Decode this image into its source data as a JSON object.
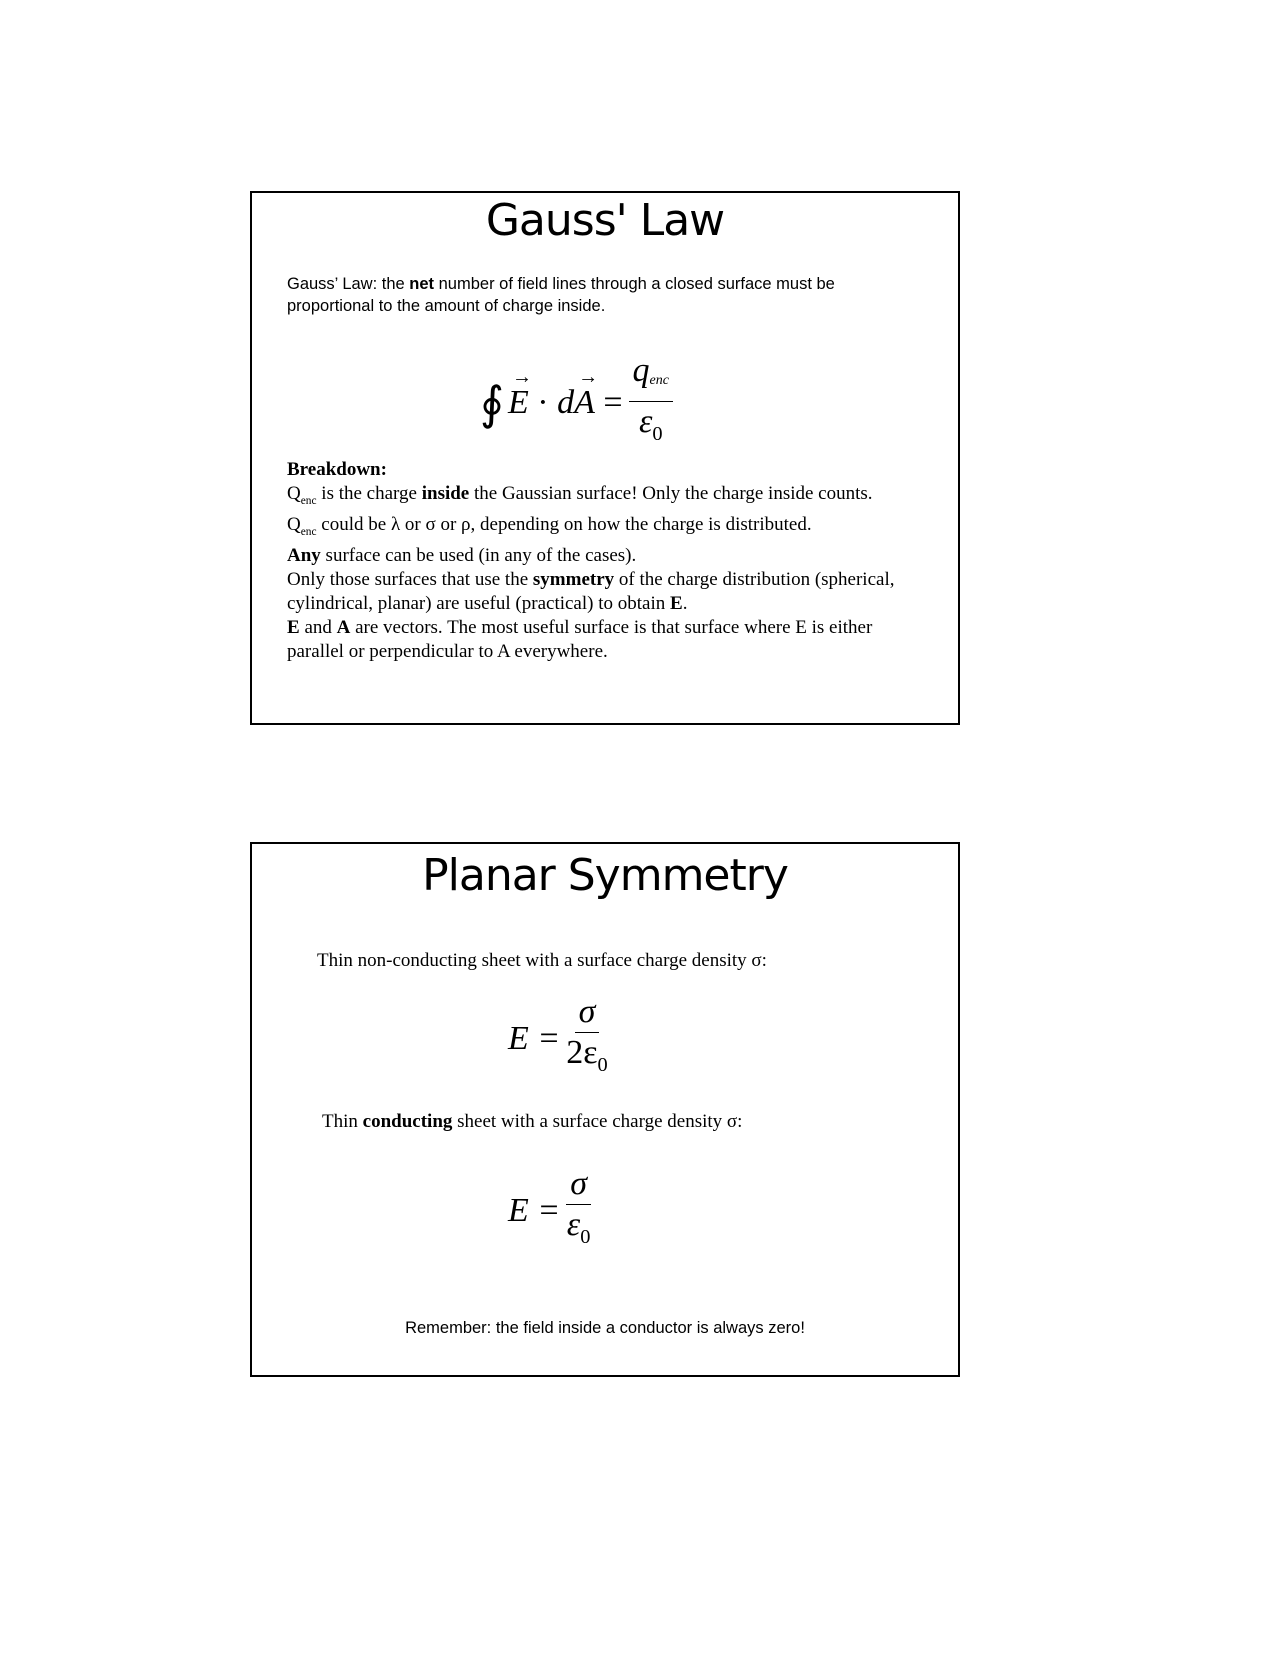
{
  "slides": [
    {
      "title": "Gauss' Law",
      "intro": [
        [
          {
            "t": "Gauss’ Law: the "
          },
          {
            "t": "net",
            "b": true
          },
          {
            "t": " number of field lines through a closed surface must be"
          }
        ],
        [
          {
            "t": "proportional to the amount of charge inside."
          }
        ]
      ],
      "equation": {
        "oint": "∮",
        "E": "E",
        "dot": " · ",
        "d": "d",
        "A": "A",
        "eq": " =",
        "num": "q",
        "num_sub": "enc",
        "den": "ε",
        "den_sub": "0"
      },
      "breakdown": [
        [
          {
            "t": "Breakdown:",
            "b": true
          }
        ],
        [
          {
            "t": "Q"
          },
          {
            "t": "enc",
            "sub": true
          },
          {
            "t": " is the charge "
          },
          {
            "t": "inside",
            "b": true
          },
          {
            "t": " the Gaussian surface! Only the charge inside counts."
          }
        ],
        [
          {
            "t": "Q"
          },
          {
            "t": "enc",
            "sub": true
          },
          {
            "t": " could be λ or σ or ρ, depending on how the charge is distributed."
          }
        ],
        [
          {
            "t": "Any",
            "b": true
          },
          {
            "t": " surface can be used (in any of the cases)."
          }
        ],
        [
          {
            "t": "Only those surfaces that use the "
          },
          {
            "t": "symmetry",
            "b": true
          },
          {
            "t": " of the charge distribution (spherical,"
          }
        ],
        [
          {
            "t": "cylindrical, planar) are useful (practical) to obtain "
          },
          {
            "t": "E",
            "b": true
          },
          {
            "t": "."
          }
        ],
        [
          {
            "t": "E",
            "b": true
          },
          {
            "t": " and "
          },
          {
            "t": "A",
            "b": true
          },
          {
            "t": " are vectors. The most useful surface is that surface where E is either"
          }
        ],
        [
          {
            "t": "parallel or perpendicular to A everywhere."
          }
        ]
      ]
    },
    {
      "title": "Planar Symmetry",
      "line1": [
        {
          "t": "Thin non-conducting sheet with a surface charge density σ:"
        }
      ],
      "eq1": {
        "lhs": "E =",
        "num": "σ",
        "den": "2ε",
        "den_sub": "0"
      },
      "line2": [
        {
          "t": "Thin "
        },
        {
          "t": "conducting",
          "b": true
        },
        {
          "t": " sheet with a surface charge density σ:"
        }
      ],
      "eq2": {
        "lhs": "E =",
        "num": "σ",
        "den": "ε",
        "den_sub": "0"
      },
      "note": "Remember: the field inside a conductor is always zero!"
    }
  ]
}
